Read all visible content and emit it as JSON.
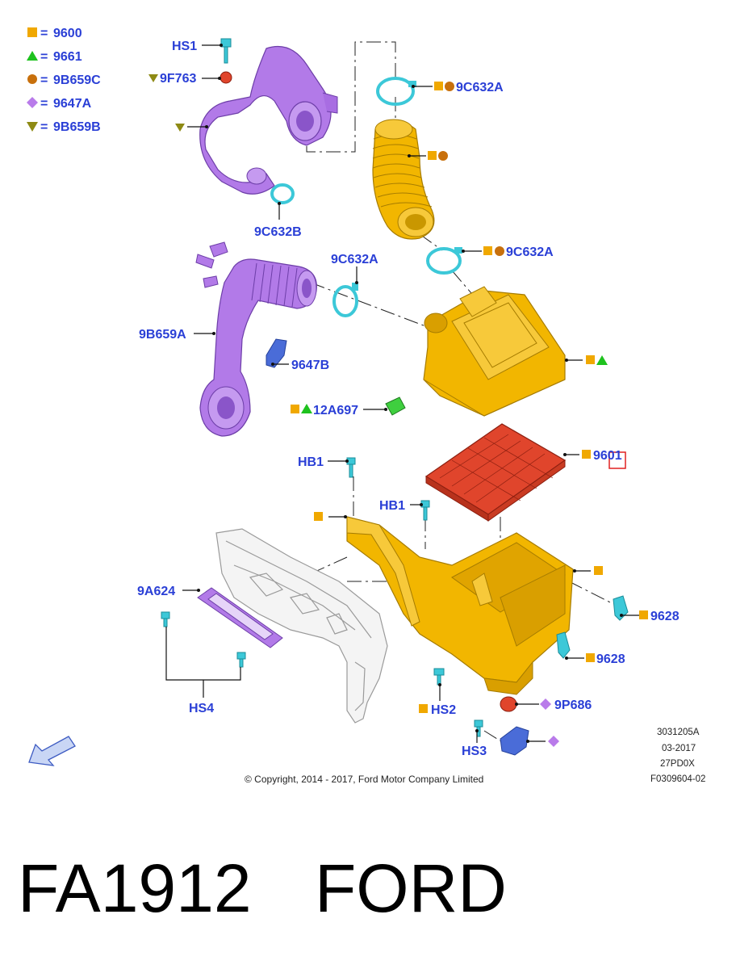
{
  "legend": [
    {
      "symbol": "square",
      "color": "#f0a800",
      "code": "9600"
    },
    {
      "symbol": "triangle-up",
      "color": "#1ec21e",
      "code": "9661"
    },
    {
      "symbol": "circle",
      "color": "#c8700c",
      "code": "9B659C"
    },
    {
      "symbol": "diamond",
      "color": "#b97bea",
      "code": "9647A"
    },
    {
      "symbol": "triangle-down",
      "color": "#8e8a14",
      "code": "9B659B"
    }
  ],
  "callouts": {
    "hs1": "HS1",
    "f763": "9F763",
    "c632a_top": "9C632A",
    "c632b": "9C632B",
    "c632a_mid": "9C632A",
    "c632a_left": "9C632A",
    "b659a": "9B659A",
    "b647b": "9647B",
    "a697": "12A697",
    "f9601": "9601",
    "hb1_left": "HB1",
    "hb1_right": "HB1",
    "a624": "9A624",
    "r9628_a": "9628",
    "r9628_b": "9628",
    "hs4": "HS4",
    "hs2": "HS2",
    "p686": "9P686",
    "hs3": "HS3"
  },
  "colors": {
    "label": "#2a3fd6",
    "purple_part": "#b27ae8",
    "yellow_part": "#f2b600",
    "red_filter": "#e0452c",
    "cyan_clip": "#3cc8d8",
    "blue_bracket": "#4a6cd8",
    "green_sensor": "#3fcf3f"
  },
  "info": {
    "line1": "3031205A",
    "line2": "03-2017",
    "line3": "27PD0X",
    "line4": "F0309604-02"
  },
  "copyright": "© Copyright, 2014 - 2017, Ford Motor Company Limited",
  "footer": {
    "part_number": "FA1912",
    "brand": "FORD"
  }
}
